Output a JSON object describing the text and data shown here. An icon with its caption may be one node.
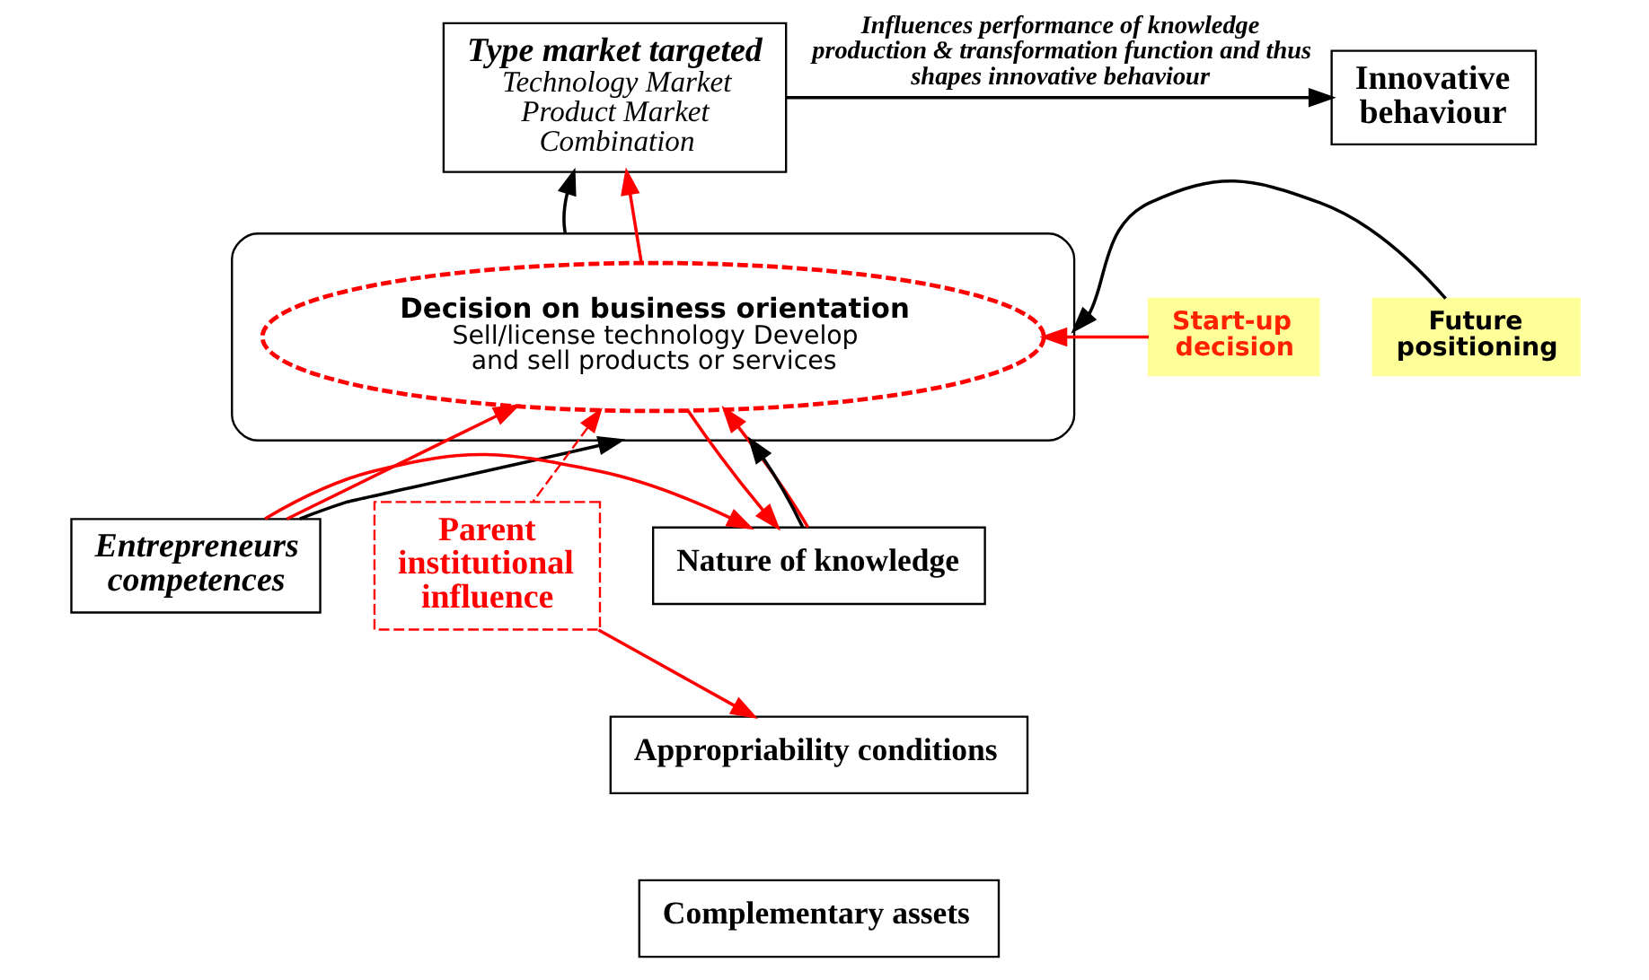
{
  "diagram": {
    "nodes": [
      {
        "text": [
          "Type market targeted",
          "Technology Market Product Market Combination"
        ]
      },
      {
        "text": [
          "Innovative behaviour"
        ]
      },
      {
        "text": [],
        "shape": "ellipse"
      },
      {
        "text": [
          "Decision on business orientation",
          "Sell/license technology Develop and sell products or services"
        ],
        "in": 2
      },
      {
        "text": [
          "Future positioning"
        ]
      },
      {
        "text": [
          "Start-up decision"
        ]
      },
      {
        "text": [
          "Entrepreneurs competences"
        ]
      },
      {
        "text": [
          "Parent institutional influence"
        ]
      },
      {
        "text": [
          "Nature of knowledge"
        ]
      },
      {
        "text": [
          "Appropriability conditions"
        ]
      },
      {
        "text": [
          "Complementary assets"
        ]
      }
    ],
    "edges": [
      {
        "from": 0,
        "to": 1,
        "arrow": "to",
        "label": "Influences performance of knowledge production & transformation function and thus shapes innovative behaviour",
        "color": "#000000"
      },
      {
        "from": 3,
        "to": 0,
        "arrow": "to",
        "color": "#ff0000"
      },
      {
        "from": 2,
        "to": 0,
        "arrow": "to",
        "color": "#000000"
      },
      {
        "from": 4,
        "to": 2,
        "arrow": "to",
        "color": "#000000"
      },
      {
        "from": 5,
        "to": 3,
        "arrow": "to",
        "color": "#ff0000"
      },
      {
        "from": 3,
        "to": 8,
        "arrow": "to",
        "color": "#ff0000"
      },
      {
        "from": 8,
        "to": 3,
        "arrow": "to",
        "color": "#ff0000"
      },
      {
        "from": 8,
        "to": 2,
        "arrow": "to",
        "color": "#000000"
      },
      {
        "from": 6,
        "to": 3,
        "arrow": "to",
        "color": "#ff0000"
      },
      {
        "from": 6,
        "to": 2,
        "arrow": "to",
        "color": "#000000"
      },
      {
        "from": 7,
        "to": 3,
        "arrow": "to",
        "style": "dashed",
        "color": "#ff0000"
      },
      {
        "from": 6,
        "to": 8,
        "arrow": "to",
        "color": "#ff0000"
      },
      {
        "from": 7,
        "to": 9,
        "arrow": "to",
        "color": "#ff0000"
      }
    ]
  }
}
